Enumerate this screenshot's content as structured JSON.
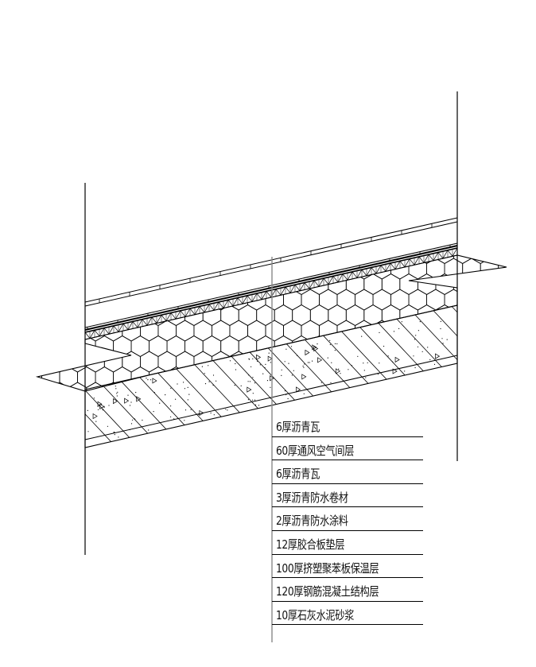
{
  "drawing": {
    "title": "坡屋面构造详图",
    "line_color": "#000000",
    "leader_color": "#888888"
  },
  "legend": {
    "items": [
      {
        "label": "6厚沥青瓦"
      },
      {
        "label": "60厚通风空气间层"
      },
      {
        "label": "6厚沥青瓦"
      },
      {
        "label": "3厚沥青防水卷材"
      },
      {
        "label": "2厚沥青防水涂料"
      },
      {
        "label": "12厚胶合板垫层"
      },
      {
        "label": "100厚挤塑聚苯板保温层"
      },
      {
        "label": "120厚钢筋混凝土结构层"
      },
      {
        "label": "10厚石灰水泥砂浆"
      }
    ]
  }
}
